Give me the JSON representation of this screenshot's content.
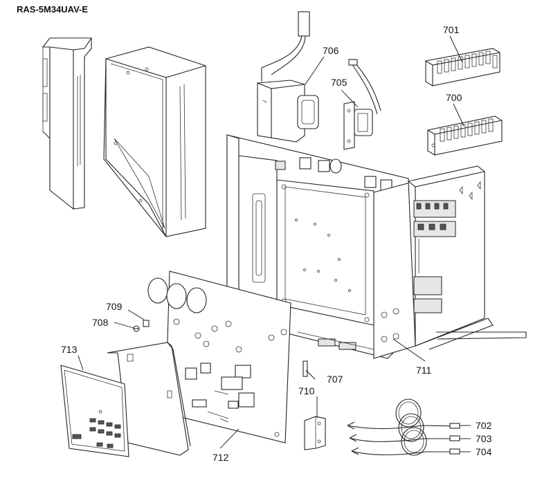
{
  "title": "RAS-5M34UAV-E",
  "callouts": [
    {
      "id": "c700",
      "label": "700"
    },
    {
      "id": "c701",
      "label": "701"
    },
    {
      "id": "c702",
      "label": "702"
    },
    {
      "id": "c703",
      "label": "703"
    },
    {
      "id": "c704",
      "label": "704"
    },
    {
      "id": "c705",
      "label": "705"
    },
    {
      "id": "c706",
      "label": "706"
    },
    {
      "id": "c707",
      "label": "707"
    },
    {
      "id": "c708",
      "label": "708"
    },
    {
      "id": "c709",
      "label": "709"
    },
    {
      "id": "c710",
      "label": "710"
    },
    {
      "id": "c711",
      "label": "711"
    },
    {
      "id": "c712",
      "label": "712"
    },
    {
      "id": "c713",
      "label": "713"
    }
  ]
}
